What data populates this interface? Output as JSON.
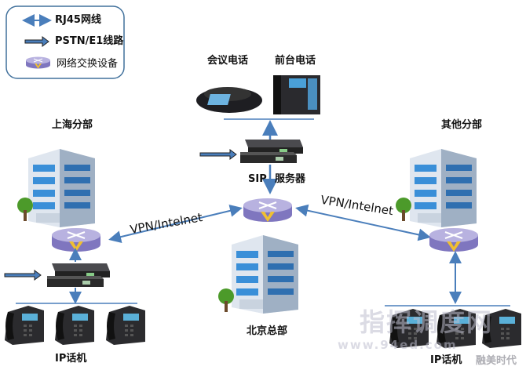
{
  "legend": {
    "items": [
      {
        "label": "RJ45网线",
        "icon": "double-arrow-icon"
      },
      {
        "label": "PSTN/E1线路",
        "icon": "thick-arrow-icon"
      },
      {
        "label": "网络交换设备",
        "icon": "router-icon"
      }
    ]
  },
  "hq": {
    "phones_left_label": "会议电话",
    "phones_right_label": "前台电话",
    "server_label_1": "SIP",
    "server_label_2": "服务器",
    "building_label": "北京总部"
  },
  "branch_left": {
    "label": "上海分部",
    "phones_label": "IP话机",
    "link_label": "VPN/Intelnet"
  },
  "branch_right": {
    "label": "其他分部",
    "phones_label": "IP话机",
    "link_label": "VPN/Intelnet"
  },
  "watermark": {
    "text": "指挥调度网",
    "url": "www.94ed.com",
    "sub": "融美时代"
  },
  "colors": {
    "link": "#4a7ebb",
    "router": "#8e86c8",
    "router_v": "#f0c030",
    "legend_border": "#41719c"
  }
}
